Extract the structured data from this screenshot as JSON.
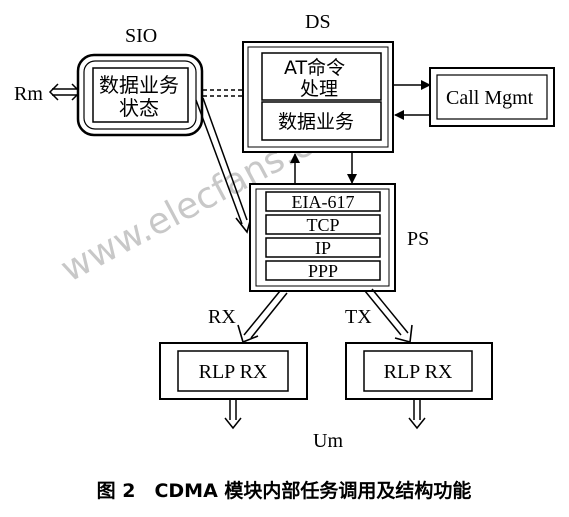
{
  "watermark": "www.elecfans.com",
  "labels": {
    "sio": "SIO",
    "ds": "DS",
    "rm": "Rm",
    "ps": "PS",
    "rx": "RX",
    "tx": "TX",
    "um": "Um"
  },
  "sio_box": {
    "line1": "数据业务",
    "line2": "状态"
  },
  "ds_box": {
    "at_line1": "AT命令",
    "at_line2": "处理",
    "data_service": "数据业务"
  },
  "call_mgmt": "Call Mgmt",
  "ps_layers": [
    "EIA-617",
    "TCP",
    "IP",
    "PPP"
  ],
  "rlp_rx_left": "RLP RX",
  "rlp_rx_right": "RLP RX",
  "caption": "图 2　CDMA 模块内部任务调用及结构功能"
}
